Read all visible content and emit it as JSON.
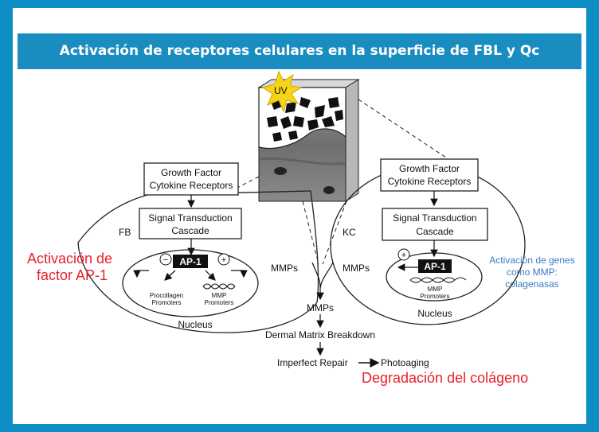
{
  "title": "Activación de receptores celulares en la superficie de FBL y Qc",
  "uv_label": "UV",
  "fb": {
    "cell_label": "FB",
    "receptor_line1": "Growth Factor",
    "receptor_line2": "Cytokine Receptors",
    "signal_line1": "Signal Transduction",
    "signal_line2": "Cascade",
    "ap1": "AP-1",
    "minus": "−",
    "plus": "+",
    "procollagen_line1": "Procollagen",
    "procollagen_line2": "Promoters",
    "mmp_line1": "MMP",
    "mmp_line2": "Promoters",
    "nucleus": "Nucleus",
    "mmps": "MMPs"
  },
  "kc": {
    "cell_label": "KC",
    "receptor_line1": "Growth Factor",
    "receptor_line2": "Cytokine Receptors",
    "signal_line1": "Signal Transduction",
    "signal_line2": "Cascade",
    "ap1": "AP-1",
    "plus": "+",
    "mmp_line1": "MMP",
    "mmp_line2": "Promoters",
    "nucleus": "Nucleus",
    "mmps": "MMPs"
  },
  "flow": {
    "mmps": "MMPs",
    "breakdown": "Dermal Matrix Breakdown",
    "repair": "Imperfect Repair",
    "photoaging": "Photoaging"
  },
  "annotations": {
    "ap1_line1": "Activación de",
    "ap1_line2": "factor AP-1",
    "genes_line1": "Activación de genes",
    "genes_line2": "como MMP:",
    "genes_line3": "colagenasas",
    "degradation": "Degradación del colágeno"
  },
  "colors": {
    "frame": "#0d8ec4",
    "title_bar": "#1a8dc0",
    "red_annotation": "#e8212a",
    "blue_annotation": "#3a7cc1",
    "uv_sun": "#f7d417"
  }
}
